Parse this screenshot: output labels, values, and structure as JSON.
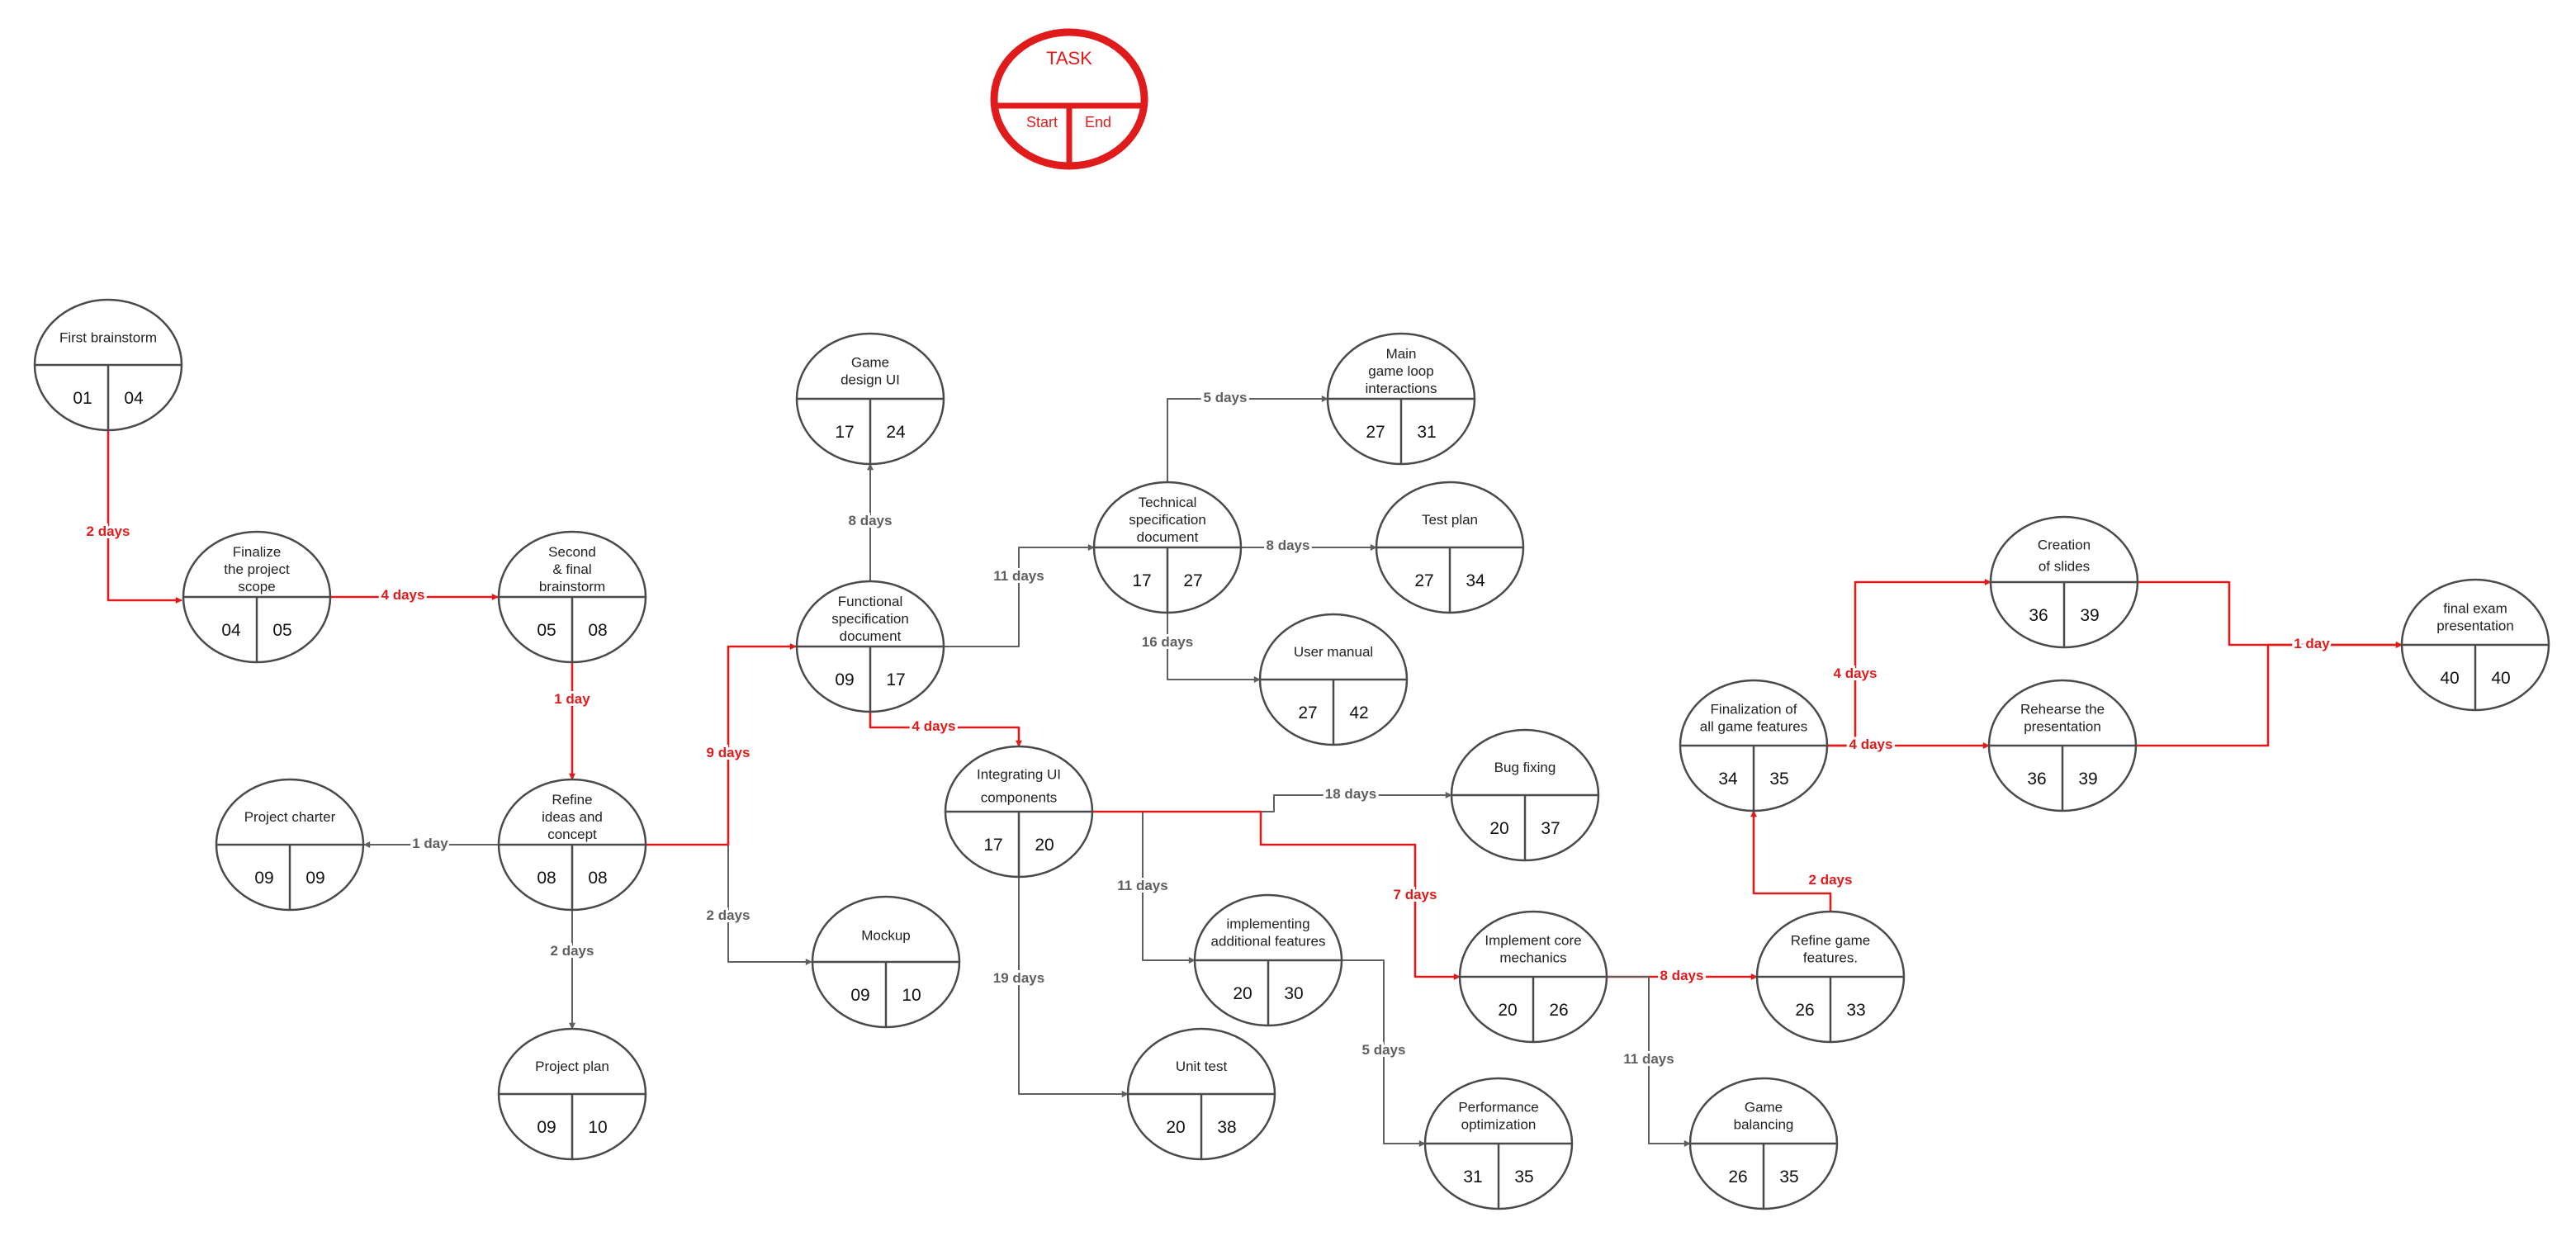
{
  "colors": {
    "critical": "#e01b1b",
    "normal": "#5f5f5f",
    "node_stroke": "#4a4a4a",
    "text": "#222222"
  },
  "legend": {
    "title": "TASK",
    "start_label": "Start",
    "end_label": "End"
  },
  "nodes": [
    {
      "id": "first-brainstorm",
      "lines": [
        "First brainstorm"
      ],
      "start": "01",
      "end": "04"
    },
    {
      "id": "finalize-scope",
      "lines": [
        "Finalize",
        "the project",
        "scope"
      ],
      "start": "04",
      "end": "05"
    },
    {
      "id": "second-brainstorm",
      "lines": [
        "Second",
        "& final",
        "brainstorm"
      ],
      "start": "05",
      "end": "08"
    },
    {
      "id": "refine-ideas",
      "lines": [
        "Refine",
        "ideas and",
        "concept"
      ],
      "start": "08",
      "end": "08"
    },
    {
      "id": "project-charter",
      "lines": [
        "Project charter"
      ],
      "start": "09",
      "end": "09"
    },
    {
      "id": "project-plan",
      "lines": [
        "Project plan"
      ],
      "start": "09",
      "end": "10"
    },
    {
      "id": "mockup",
      "lines": [
        "Mockup"
      ],
      "start": "09",
      "end": "10"
    },
    {
      "id": "functional-spec",
      "lines": [
        "Functional",
        "specification",
        "document"
      ],
      "start": "09",
      "end": "17"
    },
    {
      "id": "game-design-ui",
      "lines": [
        "Game",
        "design UI"
      ],
      "start": "17",
      "end": "24"
    },
    {
      "id": "technical-spec",
      "lines": [
        "Technical",
        "specification",
        "document"
      ],
      "start": "17",
      "end": "27"
    },
    {
      "id": "main-game-loop",
      "lines": [
        "Main",
        "game loop",
        "interactions"
      ],
      "start": "27",
      "end": "31"
    },
    {
      "id": "test-plan",
      "lines": [
        "Test plan"
      ],
      "start": "27",
      "end": "34"
    },
    {
      "id": "user-manual",
      "lines": [
        "User manual"
      ],
      "start": "27",
      "end": "42"
    },
    {
      "id": "integrating-ui",
      "lines": [
        "Integrating UI",
        "components"
      ],
      "start": "17",
      "end": "20"
    },
    {
      "id": "bug-fixing",
      "lines": [
        "Bug fixing"
      ],
      "start": "20",
      "end": "37"
    },
    {
      "id": "additional-features",
      "lines": [
        "implementing",
        "additional features"
      ],
      "start": "20",
      "end": "30"
    },
    {
      "id": "unit-test",
      "lines": [
        "Unit test"
      ],
      "start": "20",
      "end": "38"
    },
    {
      "id": "core-mechanics",
      "lines": [
        "Implement core",
        "mechanics"
      ],
      "start": "20",
      "end": "26"
    },
    {
      "id": "performance",
      "lines": [
        "Performance",
        "optimization"
      ],
      "start": "31",
      "end": "35"
    },
    {
      "id": "refine-game",
      "lines": [
        "Refine game",
        "features."
      ],
      "start": "26",
      "end": "33"
    },
    {
      "id": "game-balancing",
      "lines": [
        "Game",
        "balancing"
      ],
      "start": "26",
      "end": "35"
    },
    {
      "id": "finalization",
      "lines": [
        "Finalization of",
        "all game features"
      ],
      "start": "34",
      "end": "35"
    },
    {
      "id": "creation-slides",
      "lines": [
        "Creation",
        "of slides"
      ],
      "start": "36",
      "end": "39"
    },
    {
      "id": "rehearse",
      "lines": [
        "Rehearse the",
        "presentation"
      ],
      "start": "36",
      "end": "39"
    },
    {
      "id": "final-exam",
      "lines": [
        "final exam",
        "presentation"
      ],
      "start": "40",
      "end": "40"
    }
  ],
  "edges": [
    {
      "from": "first-brainstorm",
      "to": "finalize-scope",
      "label": "2 days",
      "critical": true
    },
    {
      "from": "finalize-scope",
      "to": "second-brainstorm",
      "label": "4 days",
      "critical": true
    },
    {
      "from": "second-brainstorm",
      "to": "refine-ideas",
      "label": "1 day",
      "critical": true
    },
    {
      "from": "refine-ideas",
      "to": "project-charter",
      "label": "1 day",
      "critical": false
    },
    {
      "from": "refine-ideas",
      "to": "project-plan",
      "label": "2 days",
      "critical": false
    },
    {
      "from": "refine-ideas",
      "to": "mockup",
      "label": "2 days",
      "critical": false
    },
    {
      "from": "refine-ideas",
      "to": "functional-spec",
      "label": "9 days",
      "critical": true
    },
    {
      "from": "functional-spec",
      "to": "game-design-ui",
      "label": "8 days",
      "critical": false
    },
    {
      "from": "functional-spec",
      "to": "technical-spec",
      "label": "11 days",
      "critical": false
    },
    {
      "from": "functional-spec",
      "to": "integrating-ui",
      "label": "4 days",
      "critical": true
    },
    {
      "from": "technical-spec",
      "to": "main-game-loop",
      "label": "5 days",
      "critical": false
    },
    {
      "from": "technical-spec",
      "to": "test-plan",
      "label": "8 days",
      "critical": false
    },
    {
      "from": "technical-spec",
      "to": "user-manual",
      "label": "16 days",
      "critical": false
    },
    {
      "from": "integrating-ui",
      "to": "bug-fixing",
      "label": "18 days",
      "critical": false
    },
    {
      "from": "integrating-ui",
      "to": "additional-features",
      "label": "11 days",
      "critical": false
    },
    {
      "from": "integrating-ui",
      "to": "unit-test",
      "label": "19 days",
      "critical": false
    },
    {
      "from": "integrating-ui",
      "to": "core-mechanics",
      "label": "7 days",
      "critical": true
    },
    {
      "from": "additional-features",
      "to": "performance",
      "label": "5 days",
      "critical": false
    },
    {
      "from": "core-mechanics",
      "to": "refine-game",
      "label": "8 days",
      "critical": true
    },
    {
      "from": "core-mechanics",
      "to": "game-balancing",
      "label": "11 days",
      "critical": false
    },
    {
      "from": "refine-game",
      "to": "finalization",
      "label": "2 days",
      "critical": true
    },
    {
      "from": "finalization",
      "to": "creation-slides",
      "label": "4 days",
      "critical": true
    },
    {
      "from": "finalization",
      "to": "rehearse",
      "label": "4 days",
      "critical": true
    },
    {
      "from": "creation-slides",
      "to": "final-exam",
      "label": "",
      "critical": true
    },
    {
      "from": "rehearse",
      "to": "final-exam",
      "label": "1 day",
      "critical": true
    }
  ]
}
